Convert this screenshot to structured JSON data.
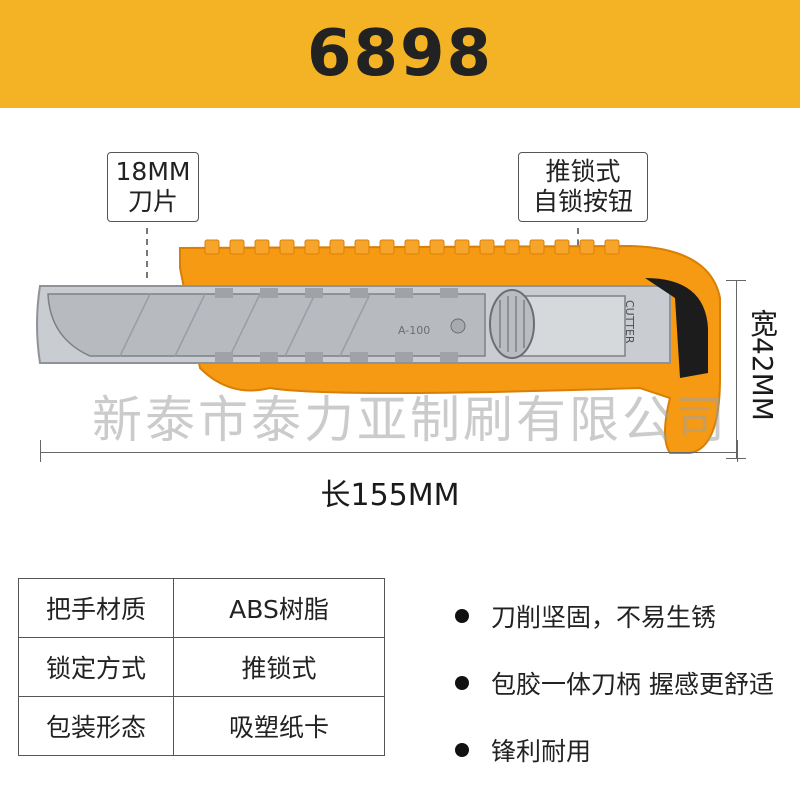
{
  "header": {
    "model": "6898"
  },
  "callouts": {
    "blade_line1": "18MM",
    "blade_line2": "刀片",
    "lock_line1": "推锁式",
    "lock_line2": "自锁按钮"
  },
  "dimensions": {
    "length": "长155MM",
    "width": "宽42MM"
  },
  "knife": {
    "blade_mark": "A-100",
    "slider_mark": "CUTTER"
  },
  "watermark": "新泰市泰力亚制刷有限公司",
  "specs": [
    {
      "key": "把手材质",
      "value": "ABS树脂"
    },
    {
      "key": "锁定方式",
      "value": "推锁式"
    },
    {
      "key": "包装形态",
      "value": "吸塑纸卡"
    }
  ],
  "features": [
    "刀削坚固，不易生锈",
    "包胶一体刀柄 握感更舒适",
    "锋利耐用"
  ],
  "colors": {
    "header_bg": "#f3b325",
    "handle_orange": "#f59a12",
    "metal": "#c9ccd0"
  }
}
